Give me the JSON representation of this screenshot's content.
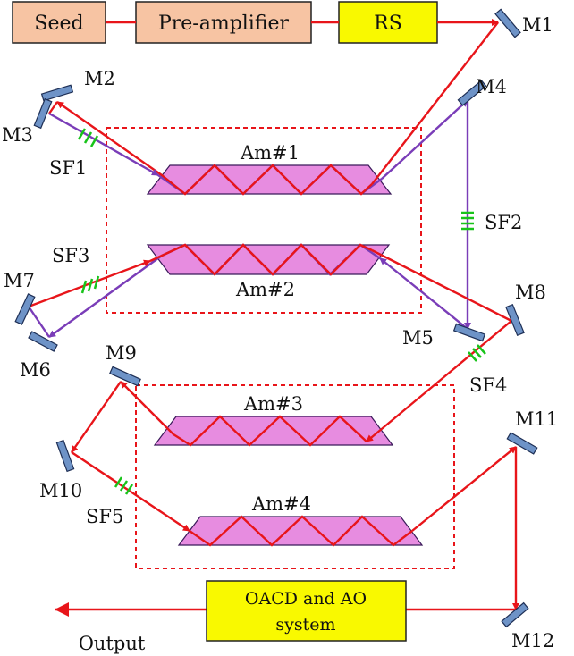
{
  "boxes": {
    "seed": "Seed",
    "preamp": "Pre-amplifier",
    "rs": "RS",
    "oacd_line1": "OACD and AO",
    "oacd_line2": "system"
  },
  "amplifiers": [
    "Am#1",
    "Am#2",
    "Am#3",
    "Am#4"
  ],
  "mirrors": [
    "M1",
    "M2",
    "M3",
    "M4",
    "M5",
    "M6",
    "M7",
    "M8",
    "M9",
    "M10",
    "M11",
    "M12"
  ],
  "filters": [
    "SF1",
    "SF2",
    "SF3",
    "SF4",
    "SF5"
  ],
  "output_label": "Output",
  "colors": {
    "seed_fill": "#f7c4a3",
    "rs_fill": "#f9f900",
    "amp_fill": "#e78ce0",
    "mirror_fill": "#6e93c7",
    "beam_red": "#e8151a",
    "beam_purple": "#7a3db8",
    "filter_green": "#18c31a"
  }
}
